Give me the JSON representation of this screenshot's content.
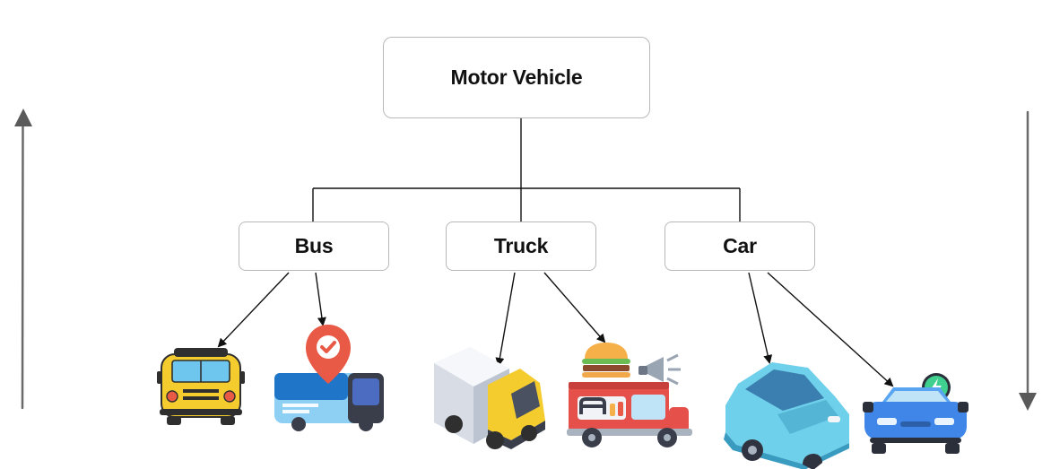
{
  "diagram": {
    "root": {
      "label": "Motor Vehicle"
    },
    "children": [
      {
        "label": "Bus",
        "icons": [
          "school-bus-icon",
          "city-bus-location-icon"
        ]
      },
      {
        "label": "Truck",
        "icons": [
          "delivery-truck-icon",
          "food-truck-icon"
        ]
      },
      {
        "label": "Car",
        "icons": [
          "hatchback-car-icon",
          "electric-car-icon"
        ]
      }
    ]
  },
  "colors": {
    "box_border": "#b8b8b8",
    "connector": "#111111",
    "side_arrow": "#555555"
  }
}
